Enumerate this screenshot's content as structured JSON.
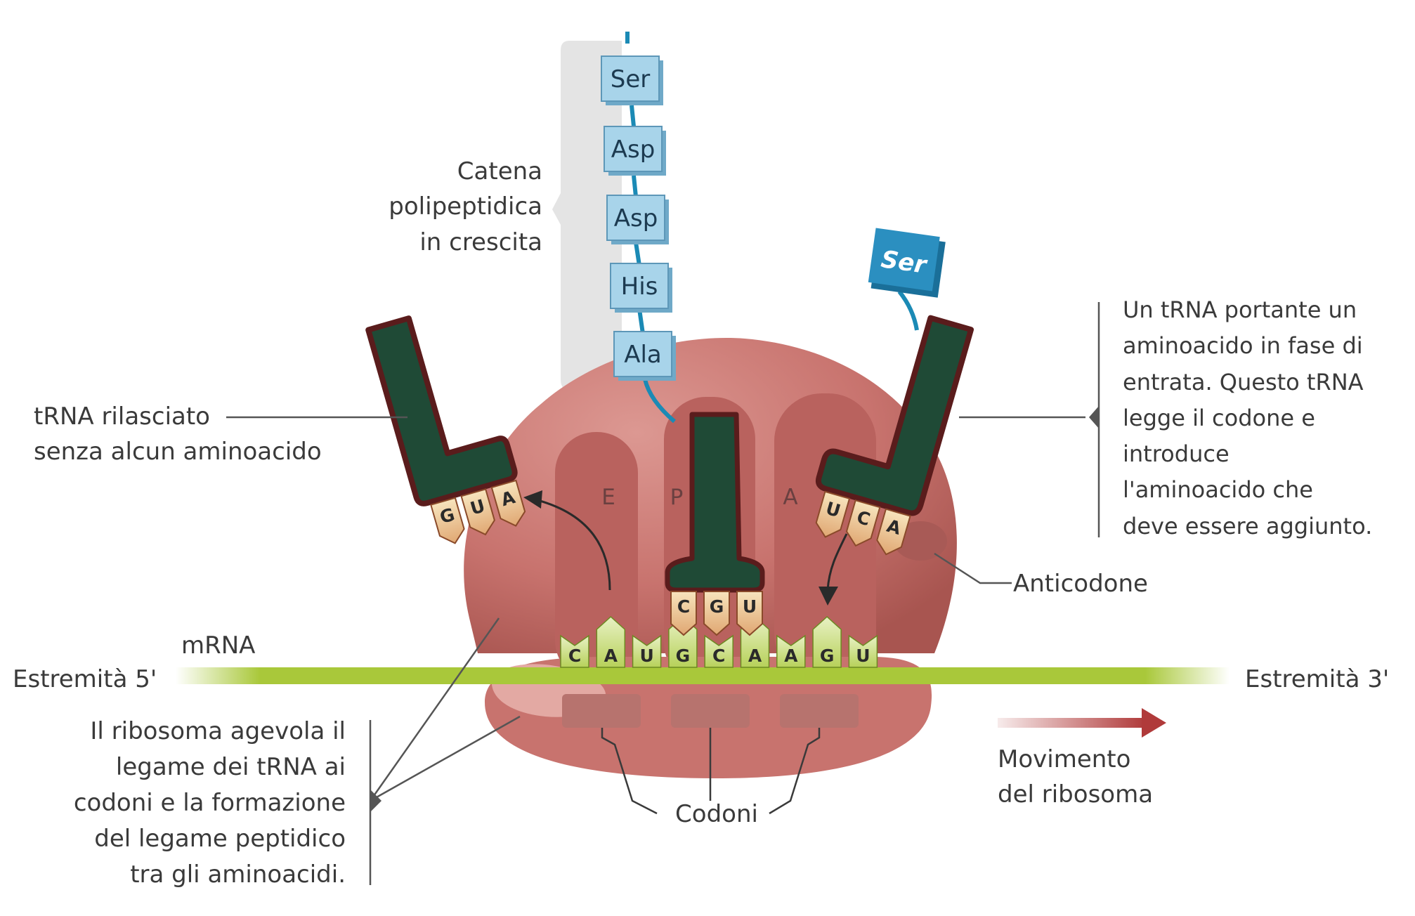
{
  "labels": {
    "polypeptide": [
      "Catena",
      "polipeptidica",
      "in crescita"
    ],
    "released_trna": [
      "tRNA rilasciato",
      "senza alcun aminoacido"
    ],
    "incoming_trna": [
      "Un tRNA portante un",
      "aminoacido in fase di",
      "entrata. Questo tRNA",
      "legge il codone e",
      "introduce",
      "l'aminoacido che",
      "deve essere aggiunto."
    ],
    "anticodon": "Anticodone",
    "mrna": "mRNA",
    "end5": "Estremità 5'",
    "end3": "Estremità 3'",
    "ribosome_role": [
      "Il ribosoma agevola il",
      "legame dei tRNA ai",
      "codoni e la formazione",
      "del legame peptidico",
      "tra gli aminoacidi."
    ],
    "codons": "Codoni",
    "movement": [
      "Movimento",
      "del ribosoma"
    ]
  },
  "sites": [
    "E",
    "P",
    "A"
  ],
  "chain": [
    "Ser",
    "Asp",
    "Asp",
    "His",
    "Ala"
  ],
  "incoming_aa": "Ser",
  "mrna_bases": [
    "C",
    "A",
    "U",
    "G",
    "C",
    "A",
    "A",
    "G",
    "U"
  ],
  "anticodons": {
    "released": [
      "G",
      "U",
      "A"
    ],
    "p_site": [
      "C",
      "G",
      "U"
    ],
    "incoming": [
      "U",
      "C",
      "A"
    ]
  },
  "colors": {
    "ribosome": "#c8736e",
    "trna": "#1f4a36",
    "mrna": "#a9c83a",
    "amino_acid": "#a8d4ea",
    "incoming_aa": "#2b8fc0",
    "arrow": "#b03a3a"
  }
}
